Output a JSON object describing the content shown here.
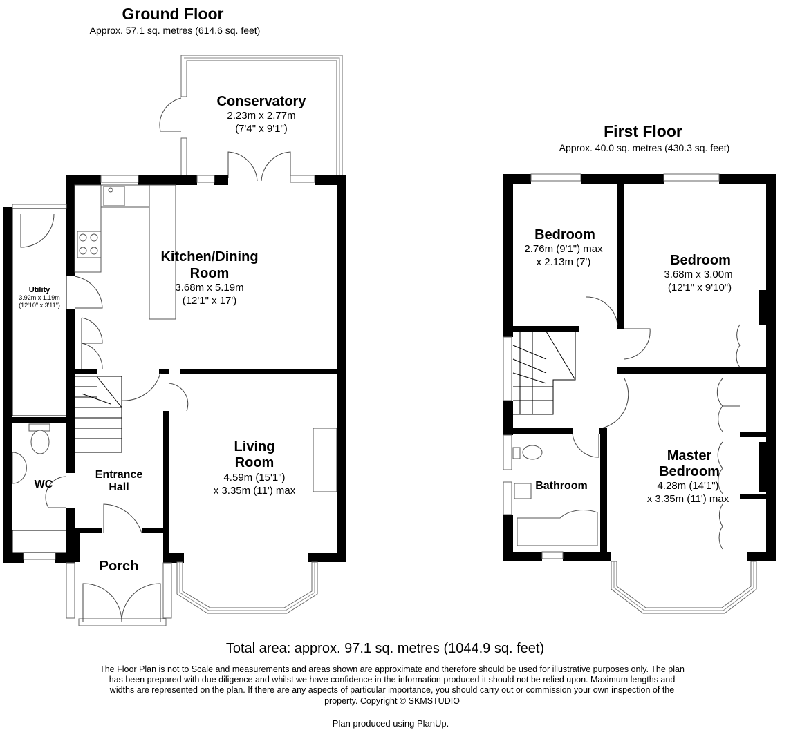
{
  "ground_floor": {
    "title": "Ground Floor",
    "area": "Approx. 57.1 sq. metres (614.6 sq. feet)",
    "rooms": {
      "conservatory": {
        "name": "Conservatory",
        "dim1": "2.23m x 2.77m",
        "dim2": "(7'4\" x 9'1\")"
      },
      "kitchen": {
        "name1": "Kitchen/Dining",
        "name2": "Room",
        "dim1": "3.68m x 5.19m",
        "dim2": "(12'1\" x 17')"
      },
      "utility": {
        "name": "Utility",
        "dim1": "3.92m x 1.19m",
        "dim2": "(12'10\" x 3'11\")"
      },
      "living": {
        "name1": "Living",
        "name2": "Room",
        "dim1": "4.59m (15'1\")",
        "dim2": "x 3.35m (11') max"
      },
      "entrance": {
        "name1": "Entrance",
        "name2": "Hall"
      },
      "wc": {
        "name": "WC"
      },
      "porch": {
        "name": "Porch"
      }
    }
  },
  "first_floor": {
    "title": "First Floor",
    "area": "Approx. 40.0 sq. metres (430.3 sq. feet)",
    "rooms": {
      "bedroom_small": {
        "name": "Bedroom",
        "dim1": "2.76m (9'1\") max",
        "dim2": "x 2.13m (7')"
      },
      "bedroom": {
        "name": "Bedroom",
        "dim1": "3.68m x 3.00m",
        "dim2": "(12'1\" x 9'10\")"
      },
      "master": {
        "name1": "Master",
        "name2": "Bedroom",
        "dim1": "4.28m (14'1\")",
        "dim2": "x 3.35m (11') max"
      },
      "bathroom": {
        "name": "Bathroom"
      }
    }
  },
  "total_area": "Total area: approx. 97.1 sq. metres (1044.9 sq. feet)",
  "disclaimer": [
    "The Floor Plan is not to Scale and measurements and areas shown are approximate and therefore should be used for illustrative purposes only. The plan",
    "has been prepared with due diligence and whilst we have confidence in the information produced it should not be relied upon. Maximum lengths and",
    "widths are represented on the plan. If there are any aspects of particular importance, you should carry out or commission your own inspection of the",
    "property. Copyright © SKMSTUDIO"
  ],
  "plan_credit": "Plan produced using PlanUp."
}
